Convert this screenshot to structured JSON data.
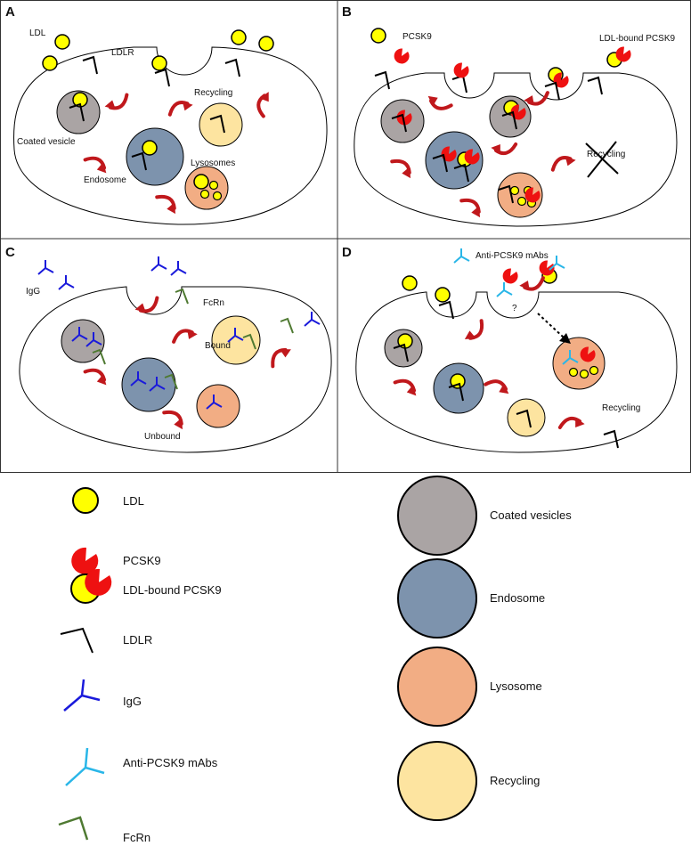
{
  "panels": {
    "A": {
      "letter": "A",
      "labels": {
        "ldl": "LDL",
        "ldlr": "LDLR",
        "recycling": "Recycling",
        "coated_vesicle": "Coated vesicle",
        "endosome": "Endosome",
        "lysosomes": "Lysosomes"
      }
    },
    "B": {
      "letter": "B",
      "labels": {
        "pcsk9": "PCSK9",
        "ldl_bound": "LDL-bound PCSK9",
        "recycling": "Recycling"
      }
    },
    "C": {
      "letter": "C",
      "labels": {
        "igg": "IgG",
        "fcrn": "FcRn",
        "bound": "Bound",
        "unbound": "Unbound"
      }
    },
    "D": {
      "letter": "D",
      "labels": {
        "mabs": "Anti-PCSK9 mAbs",
        "question": "?",
        "recycling": "Recycling"
      }
    }
  },
  "legend": {
    "symbols": [
      {
        "icon": "ldl-icon",
        "label": "LDL"
      },
      {
        "icon": "pcsk9-icon",
        "label": "PCSK9"
      },
      {
        "icon": "ldl-bound-pcsk9-icon",
        "label": "LDL-bound PCSK9"
      },
      {
        "icon": "ldlr-icon",
        "label": "LDLR"
      },
      {
        "icon": "igg-icon",
        "label": "IgG"
      },
      {
        "icon": "anti-pcsk9-mab-icon",
        "label": "Anti-PCSK9 mAbs"
      },
      {
        "icon": "fcrn-icon",
        "label": "FcRn"
      }
    ],
    "compartments": [
      {
        "label": "Coated vesicles",
        "color": "#aaa4a4"
      },
      {
        "label": "Endosome",
        "color": "#7d93ad"
      },
      {
        "label": "Lysosome",
        "color": "#f2ad84"
      },
      {
        "label": "Recycling",
        "color": "#fde4a0"
      }
    ]
  },
  "colors": {
    "ldl": "#ffff00",
    "pcsk9": "#ee1111",
    "arrow": "#c0181c",
    "ldlr": "#000000",
    "igg": "#1a1adb",
    "mab": "#29b6e8",
    "fcrn": "#4f7a32"
  }
}
